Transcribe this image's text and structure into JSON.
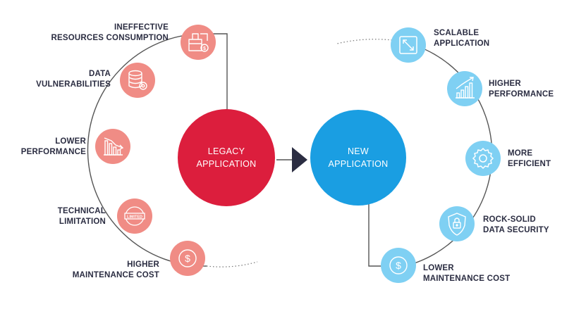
{
  "legacy": {
    "title_line1": "LEGACY",
    "title_line2": "APPLICATION",
    "color": "#dc1e3d",
    "items": [
      {
        "line1": "INEFFECTIVE",
        "line2": "RESOURCES CONSUMPTION",
        "icon": "box-dollar-icon"
      },
      {
        "line1": "DATA",
        "line2": "VULNERABILITIES",
        "icon": "database-gear-icon"
      },
      {
        "line1": "LOWER",
        "line2": "PERFORMANCE",
        "icon": "declining-bar-chart-icon"
      },
      {
        "line1": "TECHNICAL",
        "line2": "LIMITATION",
        "icon": "limited-stamp-icon"
      },
      {
        "line1": "HIGHER",
        "line2": "MAINTENANCE COST",
        "icon": "dollar-coin-icon"
      }
    ],
    "icon_label_limited": "LIMITED"
  },
  "new": {
    "title_line1": "NEW",
    "title_line2": "APPLICATION",
    "color": "#1a9ee2",
    "items": [
      {
        "line1": "SCALABLE",
        "line2": "APPLICATION",
        "icon": "expand-arrow-icon"
      },
      {
        "line1": "HIGHER",
        "line2": "PERFORMANCE",
        "icon": "rising-bar-chart-icon"
      },
      {
        "line1": "MORE",
        "line2": "EFFICIENT",
        "icon": "gear-icon"
      },
      {
        "line1": "ROCK-SOLID",
        "line2": "DATA SECURITY",
        "icon": "shield-lock-icon"
      },
      {
        "line1": "LOWER",
        "line2": "MAINTENANCE COST",
        "icon": "dollar-coin-icon"
      }
    ]
  },
  "colors": {
    "legacy_bubble": "#f08c85",
    "new_bubble": "#7fd0f3",
    "ring": "#555555",
    "arrow": "#2b2d42",
    "text": "#2b2d42"
  }
}
